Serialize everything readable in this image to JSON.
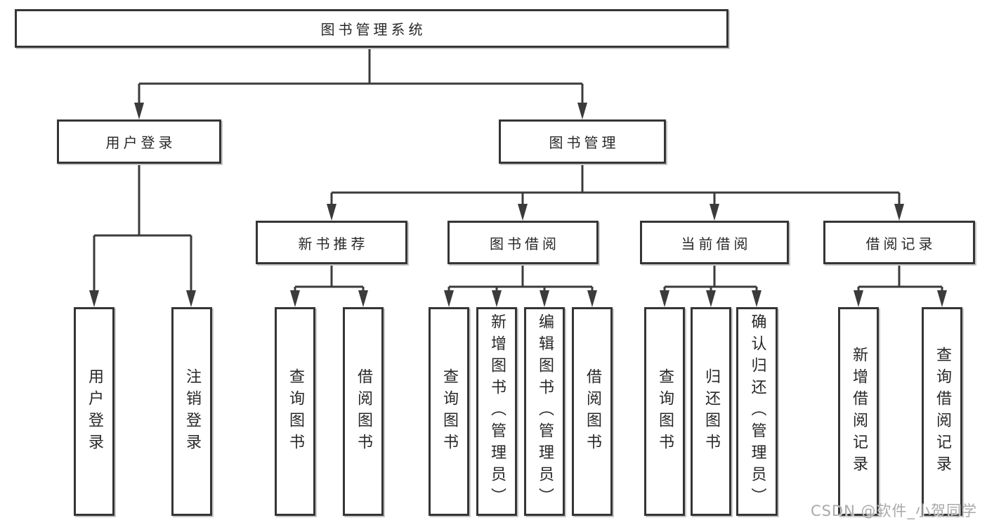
{
  "diagram": {
    "title": "图书管理系统",
    "nodes": {
      "root": "图书管理系统",
      "user_login": "用户登录",
      "book_mgmt": "图书管理",
      "new_book_rec": "新书推荐",
      "book_borrow": "图书借阅",
      "current_borrow": "当前借阅",
      "borrow_records": "借阅记录",
      "v_user_login": "用户登录",
      "v_logout": "注销登录",
      "v_query_books_rec": "查询图书",
      "v_borrow_books_rec": "借阅图书",
      "v_query_books_borrow": "查询图书",
      "v_add_books_admin": "新增图书（管理员）",
      "v_edit_books_admin": "编辑图书（管理员）",
      "v_borrow_books_borrow": "借阅图书",
      "v_query_books_current": "查询图书",
      "v_return_books": "归还图书",
      "v_confirm_return_admin": "确认归还（管理员）",
      "v_add_borrow_record": "新增借阅记录",
      "v_query_borrow_record": "查询借阅记录"
    },
    "hierarchy": {
      "图书管理系统": {
        "用户登录": [
          "用户登录",
          "注销登录"
        ],
        "图书管理": {
          "新书推荐": [
            "查询图书",
            "借阅图书"
          ],
          "图书借阅": [
            "查询图书",
            "新增图书（管理员）",
            "编辑图书（管理员）",
            "借阅图书"
          ],
          "当前借阅": [
            "查询图书",
            "归还图书",
            "确认归还（管理员）"
          ],
          "借阅记录": [
            "新增借阅记录",
            "查询借阅记录"
          ]
        }
      }
    }
  },
  "watermark": "CSDN @软件_小贺同学",
  "colors": {
    "line": "#3b3b3b",
    "box_border": "#353535",
    "text": "#282828",
    "box_shadow": "#c8c8c8",
    "watermark": "#a9a9a9",
    "background": "#ffffff"
  }
}
